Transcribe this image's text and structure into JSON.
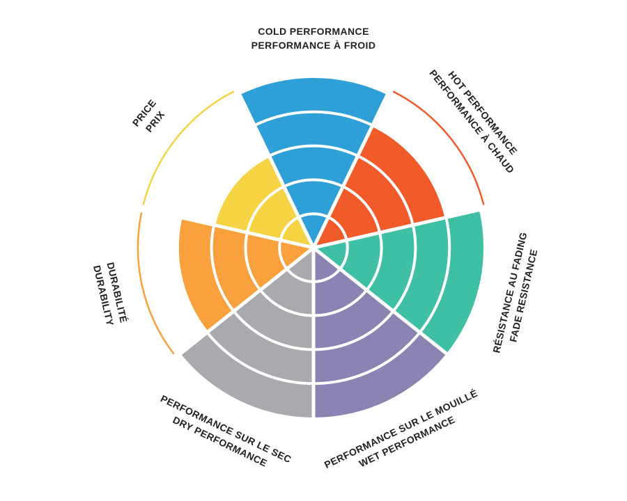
{
  "page": {
    "background": "#ffffff",
    "text_color": "#231f20"
  },
  "chart_data": {
    "type": "pie",
    "subtype": "polar-sector-rating-wheel",
    "title": "",
    "legend_position": "none",
    "grid": "concentric-white-rings",
    "rings": 5,
    "scale": [
      0,
      5
    ],
    "scale_max": 5,
    "start_category_angle_deg": 0,
    "direction": "clockwise",
    "text_color": "#231f20",
    "categories": [
      {
        "id": "cold-performance",
        "label_en": "COLD PERFORMANCE",
        "label_fr": "PERFORMANCE À FROID",
        "value": 5,
        "color": "#2f9fd7"
      },
      {
        "id": "hot-performance",
        "label_en": "HOT PERFORMANCE",
        "label_fr": "PERFORMANCE À CHAUD",
        "value": 4,
        "color": "#f15b2a"
      },
      {
        "id": "fade-resistance",
        "label_en": "FADE RESISTANCE",
        "label_fr": "RÉSISTANCE AU FADING",
        "value": 5,
        "color": "#3fc0a4"
      },
      {
        "id": "wet-performance",
        "label_en": "WET PERFORMANCE",
        "label_fr": "PERFORMANCE SUR LE MOUILLÉ",
        "value": 5,
        "color": "#8b84b3"
      },
      {
        "id": "dry-performance",
        "label_en": "DRY PERFORMANCE",
        "label_fr": "PERFORMANCE SUR LE SEC",
        "value": 5,
        "color": "#a8aaad"
      },
      {
        "id": "durability",
        "label_en": "DURABILITY",
        "label_fr": "DURABILITÉ",
        "value": 4,
        "color": "#f9a13c"
      },
      {
        "id": "price",
        "label_en": "PRICE",
        "label_fr": "PRIX",
        "value": 3,
        "color": "#f5d342"
      }
    ]
  }
}
